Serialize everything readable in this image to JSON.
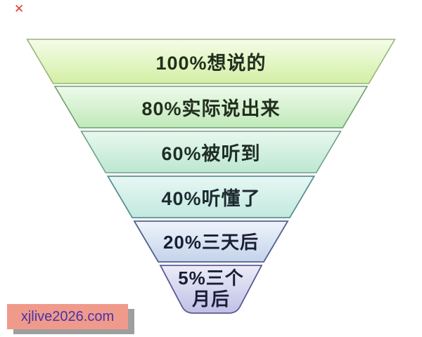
{
  "diagram": {
    "type": "funnel",
    "title_none": "",
    "levels": [
      {
        "value": "100%",
        "label": "100%想说的",
        "fill_top": "#f5fce9",
        "fill_bottom": "#d2efa4",
        "border": "#9ab37b"
      },
      {
        "value": "80%",
        "label": "80%实际说出来",
        "fill_top": "#effaec",
        "fill_bottom": "#bfe9b8",
        "border": "#6f9e6e"
      },
      {
        "value": "60%",
        "label": "60%被听到",
        "fill_top": "#e9f8f0",
        "fill_bottom": "#bce7d0",
        "border": "#6fa08a"
      },
      {
        "value": "40%",
        "label": "40%听懂了",
        "fill_top": "#e7f7f3",
        "fill_bottom": "#c2e9de",
        "border": "#5c8f92"
      },
      {
        "value": "20%",
        "label": "20%三天后",
        "fill_top": "#eff4fb",
        "fill_bottom": "#c3d3ea",
        "border": "#50618f"
      },
      {
        "value": "5%",
        "label": "5%三个月后",
        "lines": [
          "5%三个",
          "月后"
        ],
        "fill_top": "#ececf8",
        "fill_bottom": "#c0c0e6",
        "border": "#5a5a94"
      }
    ]
  },
  "close_mark": {
    "glyph": "✕",
    "color": "#e8382e"
  },
  "watermark": {
    "text": "xjlive2026.com",
    "background": "#f09a8b",
    "text_color": "#4633a6",
    "shadow_color": "#9e9e9e"
  }
}
